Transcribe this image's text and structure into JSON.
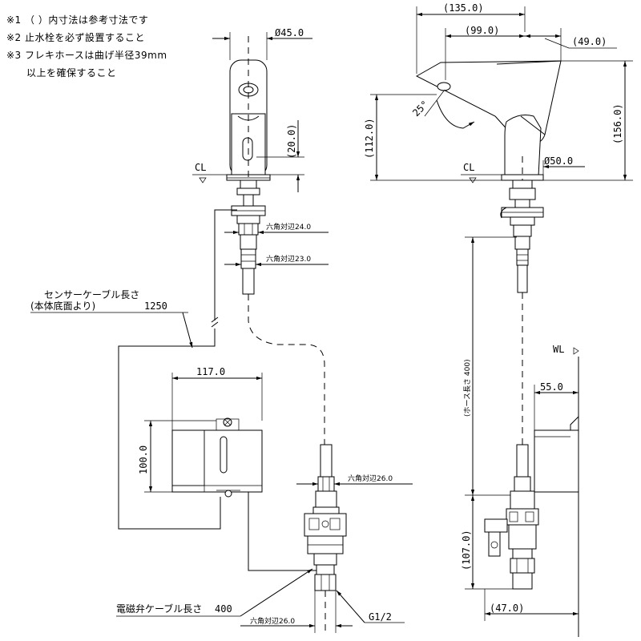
{
  "notes": [
    "※1 （ ）内寸法は参考寸法です",
    "※2 止水栓を必ず設置すること",
    "※3 フレキホースは曲げ半径39mm",
    "　　以上を確保すること"
  ],
  "front": {
    "dia_top": "Ø45.0",
    "height_20": "(20.0)",
    "cl": "CL",
    "hex_24": "六角対辺24.0",
    "hex_23": "六角対辺23.0",
    "sensor_cable_label": "センサーケーブル長さ",
    "sensor_cable_sub": "(本体底面より)",
    "sensor_cable_value": "1250",
    "box_width": "117.0",
    "box_height": "100.0",
    "hex_26_top": "六角対辺26.0",
    "valve_cable_label": "電磁弁ケーブル長さ",
    "valve_cable_value": "400",
    "hex_26_bottom": "六角対辺26.0",
    "thread": "G1/2"
  },
  "side": {
    "dim_135": "(135.0)",
    "dim_99": "(99.0)",
    "dim_49": "(49.0)",
    "angle": "25°",
    "dim_112": "(112.0)",
    "dim_156": "(156.0)",
    "cl": "CL",
    "dia_base": "Ø50.0",
    "hose_len": "(ホース長さ 400)",
    "wl": "WL",
    "dim_55": "55.0",
    "dim_107": "(107.0)",
    "dim_47": "(47.0)"
  }
}
